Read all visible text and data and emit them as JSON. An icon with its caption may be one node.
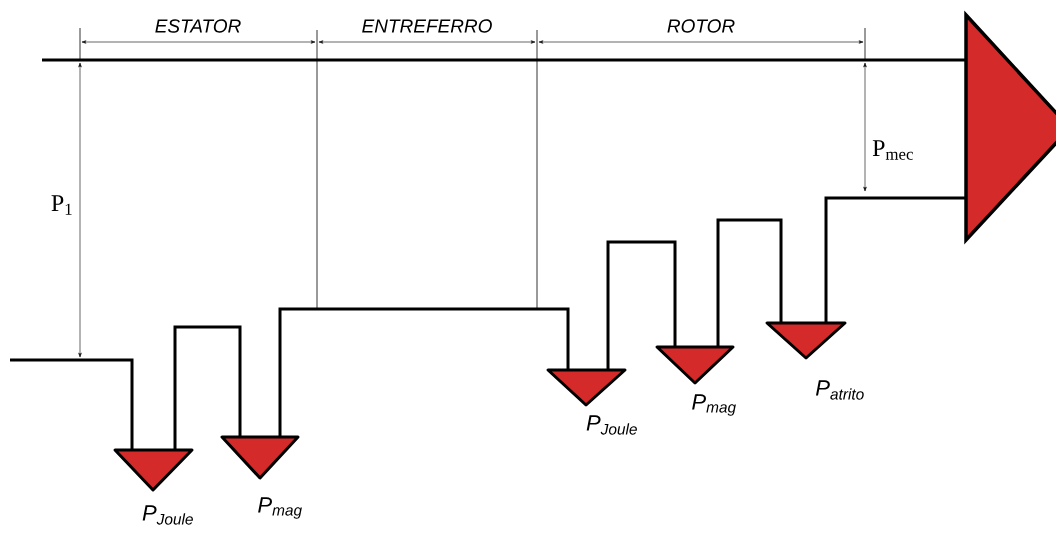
{
  "diagram": {
    "labels": [
      "ESTATOR",
      "ENTREFERRO",
      "ROTOR",
      "P$_{1}$",
      "P$_{mec}$",
      "P$_{Joule}$",
      "P$_{mag}$",
      "P$_{Joule}$",
      "P$_{mag}$",
      "P$_{atrito}$"
    ]
  }
}
